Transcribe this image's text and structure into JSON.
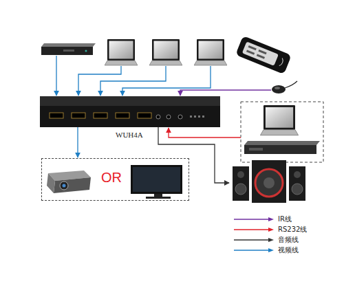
{
  "diagram": {
    "nodes": [
      {
        "text": [
          "WUH4A"
        ]
      },
      {
        "text": [
          "OR"
        ]
      }
    ],
    "edges": [
      {
        "from": 0,
        "to": 1,
        "arrow": "to"
      }
    ],
    "legend": [
      {
        "text": "IR线"
      },
      {
        "text": "RS232线"
      },
      {
        "text": "音频线"
      },
      {
        "text": "视频线"
      }
    ]
  }
}
